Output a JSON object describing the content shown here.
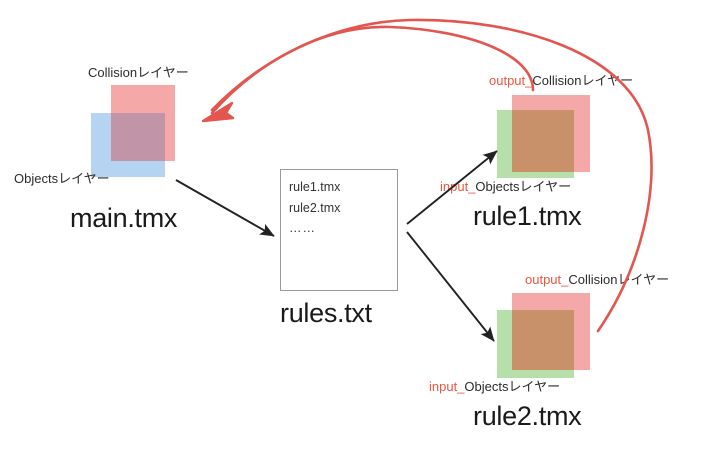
{
  "diagram": {
    "title": "tmx rule mapping diagram",
    "colors": {
      "collision_layer": "#f4a9a8",
      "objects_layer_blue": "#a8cdf0",
      "objects_layer_green": "#aedca0",
      "overlap_main": "#c294a7",
      "overlap_rule": "#c9916a",
      "accent_red": "#e8573f",
      "arrow_red": "#e2564f",
      "arrow_black": "#222222",
      "text_dark": "#2b2b2b",
      "box_border": "#9a9a9a"
    }
  },
  "main_tmx": {
    "title": "main.tmx",
    "collision_label": "Collisionレイヤー",
    "objects_label": "Objectsレイヤー"
  },
  "rules_txt": {
    "title": "rules.txt",
    "lines": [
      "rule1.tmx",
      "rule2.tmx",
      "……"
    ]
  },
  "rule1": {
    "title": "rule1.tmx",
    "output_prefix": "output_",
    "output_label": "Collisionレイヤー",
    "input_prefix": "input_",
    "input_label": "Objectsレイヤー"
  },
  "rule2": {
    "title": "rule2.tmx",
    "output_prefix": "output_",
    "output_label": "Collisionレイヤー",
    "input_prefix": "input_",
    "input_label": "Objectsレイヤー"
  }
}
